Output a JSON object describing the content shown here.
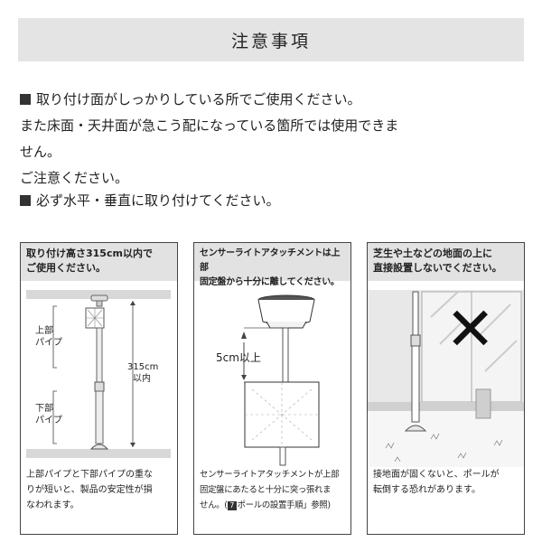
{
  "title": "注意事項",
  "notices": [
    {
      "text": "取り付け面がしっかりしている所でご使用ください。\nまた床面・天井面が急こう配になっている箇所では使用できま\nせん。\nご注意ください。"
    },
    {
      "text": "必ず水平・垂直に取り付けてください。"
    }
  ],
  "panels": [
    {
      "heading": "取り付け高さ315cm以内で\nご使用ください。",
      "labels": {
        "upper_pipe": "上部\nパイプ",
        "lower_pipe": "下部\nパイプ",
        "height": "315cm",
        "within": "以内"
      },
      "caption": "上部パイプと下部パイプの重な\nりが短いと、製品の安定性が損\nなわれます。"
    },
    {
      "heading": "センサーライトアタッチメントは上部\n固定盤から十分に離してください。",
      "labels": {
        "gap": "5cm以上"
      },
      "caption_lines": [
        "センサーライトアタッチメントが上部",
        "固定盤にあたると十分に突っ張れま"
      ],
      "caption_last_prefix": "せん。(",
      "badge": "7",
      "caption_last_suffix": "ポールの設置手順」参照)"
    },
    {
      "heading": "芝生や土などの地面の上に\n直接設置しないでください。",
      "mark": "✕",
      "caption": "接地面が固くないと、ポールが\n転倒する恐れがあります。"
    }
  ]
}
